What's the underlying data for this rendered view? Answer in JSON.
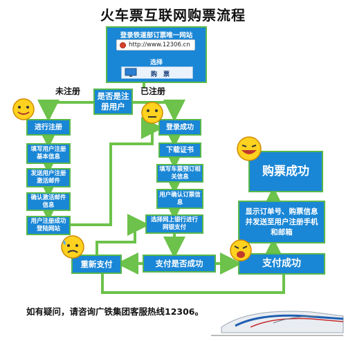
{
  "title": "火车票互联网购票流程",
  "top_box": {
    "line1": "登录铁道部订票唯一网站",
    "url": "http://www.12306.cn",
    "select": "选择",
    "buy": "购　票"
  },
  "decision": {
    "text": "是否是注册用户",
    "left_label": "未注册",
    "right_label": "已注册"
  },
  "left_steps": [
    "进行注册",
    "填写用户注册基本信息",
    "发送用户注册激活邮件",
    "确认激活邮件信息",
    "用户注册成功登陆网站"
  ],
  "right_steps": [
    "登录成功",
    "下载证书",
    "填写车票预订相关信息",
    "用户确认订票信息",
    "选择网上银行进行网银支付"
  ],
  "pay_check": "支付是否成功",
  "retry": "重新支付",
  "pay_ok": "支付成功",
  "notify": "显示订单号、购票信息并发送至用户注册手机和邮箱",
  "success": "购票成功",
  "footer": "如有疑问，请咨询广铁集团客服热线12306。",
  "colors": {
    "box": "#1a86d6",
    "border": "#58b84a",
    "line": "#6cc24a"
  }
}
